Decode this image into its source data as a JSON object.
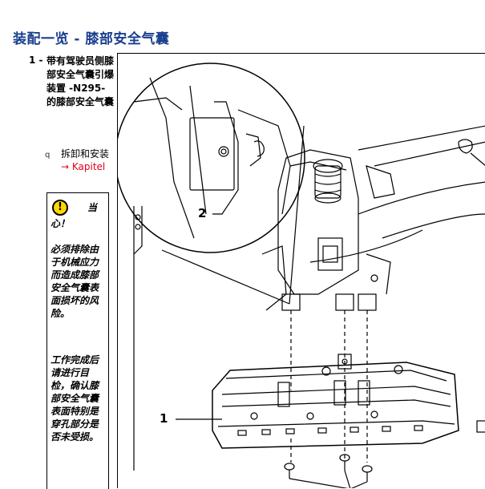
{
  "title": "装配一览 - 膝部安全气囊",
  "item": {
    "number": "1 -",
    "text": "带有驾驶员侧膝部安全气囊引爆装置 -N295-的膝部安全气囊"
  },
  "sub_item": {
    "bullet": "q",
    "text": "拆卸和安装",
    "link": "→ Kapitel"
  },
  "caution": {
    "icon_symbol": "!",
    "heading": "当心！",
    "para1": "必须排除由于机械应力而造成膝部安全气囊表面损坏的风险。",
    "para2": "工作完成后请进行目检，确认膝部安全气囊表面特别是穿孔部分是否未受损。"
  },
  "figure": {
    "callouts": [
      "2",
      "1"
    ]
  },
  "colors": {
    "title": "#1a3f8f",
    "link": "#e2001a",
    "warning": "#ffd700"
  }
}
